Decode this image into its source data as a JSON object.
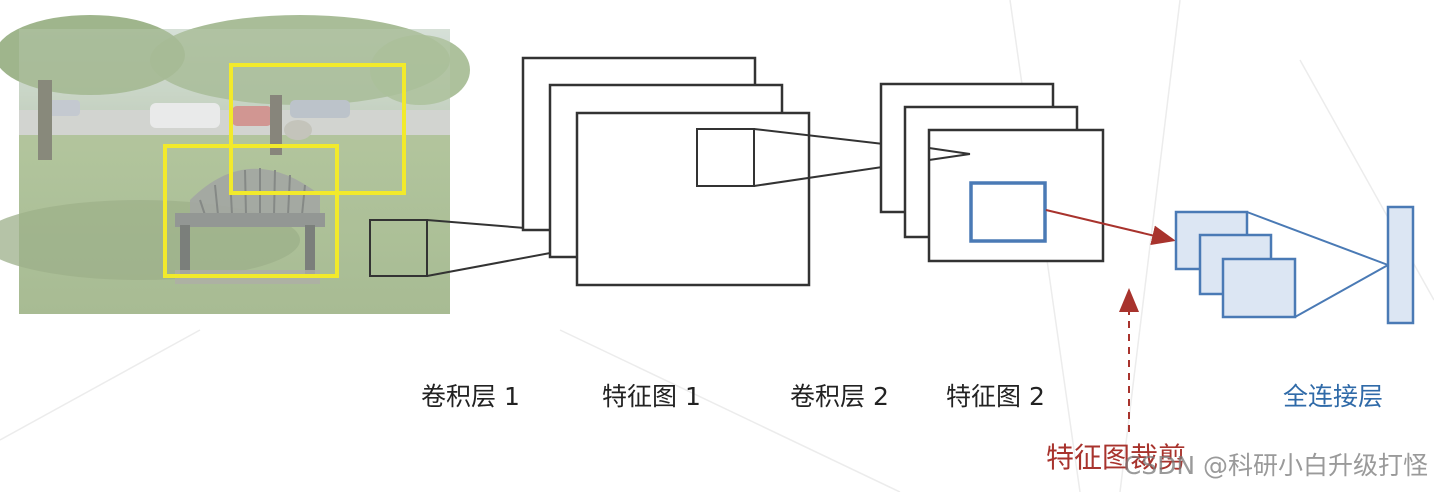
{
  "labels": {
    "conv1": "卷积层 1",
    "feature1": "特征图 1",
    "conv2": "卷积层 2",
    "feature2": "特征图 2",
    "fc": "全连接层",
    "crop": "特征图裁剪"
  },
  "watermark": "CSDN @科研小白升级打怪",
  "colors": {
    "stroke": "#333333",
    "proposal_box": "#f2ea2b",
    "fc_stroke": "#4a7ab5",
    "fc_fill": "#dce6f3",
    "crop_arrow": "#a8332d"
  },
  "photo": {
    "description_icon": "park-bench-photo"
  }
}
